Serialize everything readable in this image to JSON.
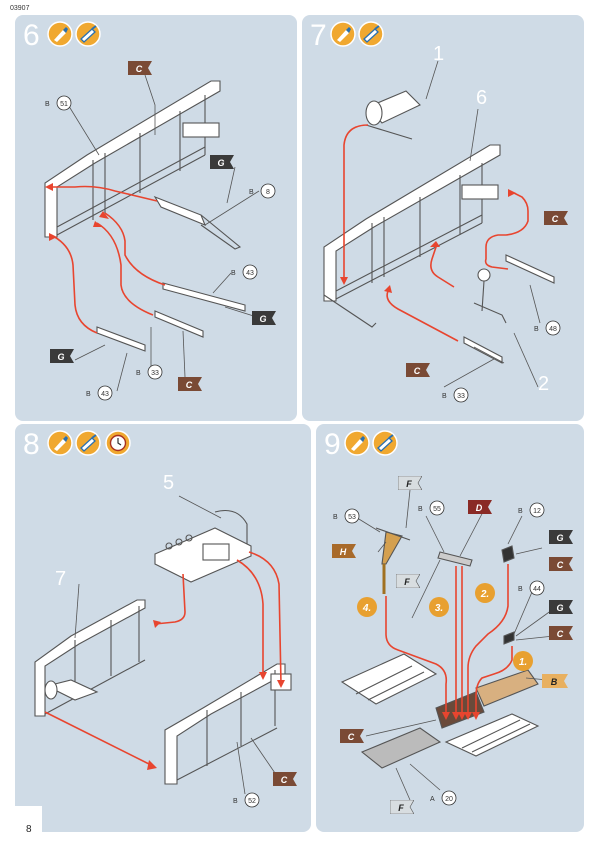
{
  "doc_code": "03907",
  "page_number": "8",
  "colors": {
    "panel_bg": "#cfdbe6",
    "arrow": "#e8452f",
    "tag_C": "#7a4a35",
    "tag_G": "#3a3a3a",
    "tag_D": "#8a2a25",
    "tag_H": "#a86a2a",
    "tag_B": "#e8b060",
    "tag_F": "#d8dde0",
    "order_badge": "#e8a030"
  },
  "steps": [
    {
      "number": "6",
      "icons": [
        "brush-icon",
        "glue-icon"
      ],
      "tags": [
        "C",
        "G",
        "G",
        "G",
        "C"
      ],
      "parts": [
        "51",
        "8",
        "43",
        "33",
        "43"
      ],
      "part_prefix": "B"
    },
    {
      "number": "7",
      "icons": [
        "brush-icon",
        "glue-icon"
      ],
      "callouts": [
        "1",
        "6",
        "2"
      ],
      "tags": [
        "C",
        "C"
      ],
      "parts": [
        "48",
        "33"
      ],
      "part_prefix": "B"
    },
    {
      "number": "8",
      "icons": [
        "brush-icon",
        "glue-icon",
        "clock-icon"
      ],
      "callouts": [
        "5",
        "7"
      ],
      "tags": [
        "C"
      ],
      "parts": [
        "52"
      ],
      "part_prefix": "B"
    },
    {
      "number": "9",
      "icons": [
        "brush-icon",
        "glue-icon"
      ],
      "tags": [
        "F",
        "D",
        "G",
        "H",
        "F",
        "C",
        "G",
        "C",
        "B",
        "C",
        "F"
      ],
      "parts": [
        "53",
        "55",
        "12",
        "44",
        "20"
      ],
      "part_prefixes": [
        "B",
        "B",
        "B",
        "B",
        "A"
      ],
      "order": [
        "4.",
        "3.",
        "2.",
        "1."
      ]
    }
  ]
}
